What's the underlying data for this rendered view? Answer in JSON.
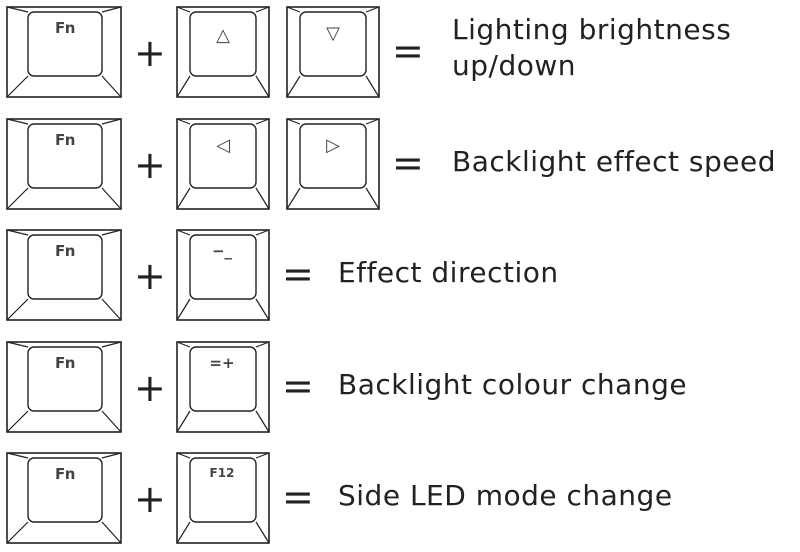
{
  "rows": [
    {
      "keys": [
        {
          "legend": "Fn",
          "type": "fn"
        },
        {
          "legend": "△",
          "type": "arrow"
        },
        {
          "legend": "▽",
          "type": "arrow"
        }
      ],
      "plus": "+",
      "equals": "=",
      "description_line1": "Lighting brightness",
      "description_line2": "up/down"
    },
    {
      "keys": [
        {
          "legend": "Fn",
          "type": "fn"
        },
        {
          "legend": "◁",
          "type": "arrow"
        },
        {
          "legend": "▷",
          "type": "arrow"
        }
      ],
      "plus": "+",
      "equals": "=",
      "description_line1": "Backlight effect speed"
    },
    {
      "keys": [
        {
          "legend": "Fn",
          "type": "fn"
        },
        {
          "legend": "−_",
          "type": "small"
        }
      ],
      "plus": "+",
      "equals": "=",
      "description_line1": "Effect direction"
    },
    {
      "keys": [
        {
          "legend": "Fn",
          "type": "fn"
        },
        {
          "legend": "=+",
          "type": "small"
        }
      ],
      "plus": "+",
      "equals": "=",
      "description_line1": "Backlight colour change"
    },
    {
      "keys": [
        {
          "legend": "Fn",
          "type": "fn"
        },
        {
          "legend": "F12",
          "type": "f12"
        }
      ],
      "plus": "+",
      "equals": "=",
      "description_line1": "Side LED mode change"
    }
  ]
}
